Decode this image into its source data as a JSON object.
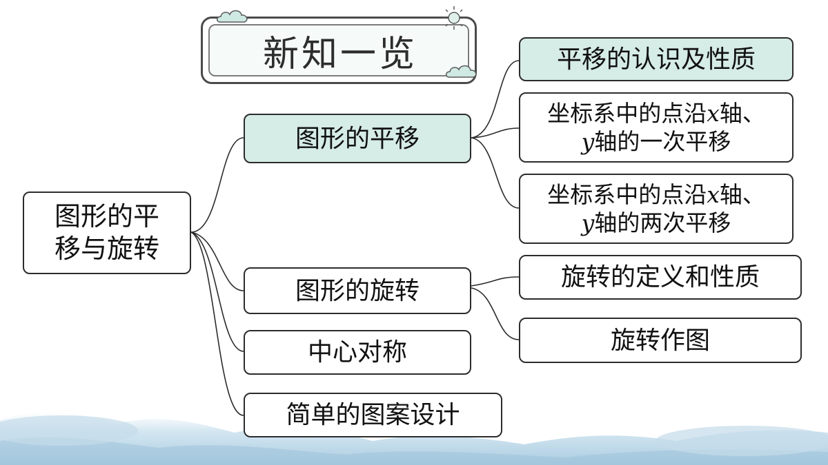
{
  "title": "新知一览",
  "root": {
    "line1": "图形的平",
    "line2": "移与旋转"
  },
  "level1": [
    {
      "label": "图形的平移"
    },
    {
      "label": "图形的旋转"
    },
    {
      "label": "中心对称"
    },
    {
      "label": "简单的图案设计"
    }
  ],
  "translation_children": [
    {
      "label": "平移的认识及性质"
    },
    {
      "line1_pre": "坐标系中的点沿",
      "line1_var": "x",
      "line1_post": "轴、",
      "line2_var": "y",
      "line2_post": "轴的一次平移"
    },
    {
      "line1_pre": "坐标系中的点沿",
      "line1_var": "x",
      "line1_post": "轴、",
      "line2_var": "y",
      "line2_post": "轴的两次平移"
    }
  ],
  "rotation_children": [
    {
      "label": "旋转的定义和性质"
    },
    {
      "label": "旋转作图"
    }
  ],
  "colors": {
    "highlight_fill": "#d6ece6",
    "border": "#2b2b2b",
    "cloud": "#bcd9ea",
    "title_frame": "#4a4a4a"
  },
  "icons": [
    "cloud-icon",
    "sun-icon"
  ]
}
